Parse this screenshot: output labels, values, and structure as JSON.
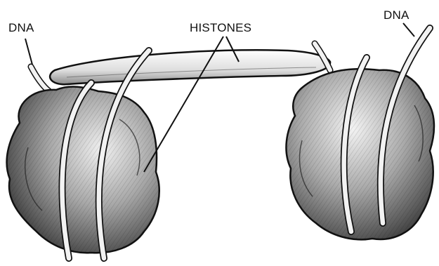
{
  "labels": {
    "dna_left": "DNA",
    "dna_right": "DNA",
    "histones": "HISTONES"
  },
  "colors": {
    "background": "#ffffff",
    "ink": "#111111",
    "histone_dark": "#3a3a3a",
    "histone_mid": "#8a8a8a",
    "histone_light": "#e2e2e2",
    "dna_strand": "#f2f2f2"
  }
}
